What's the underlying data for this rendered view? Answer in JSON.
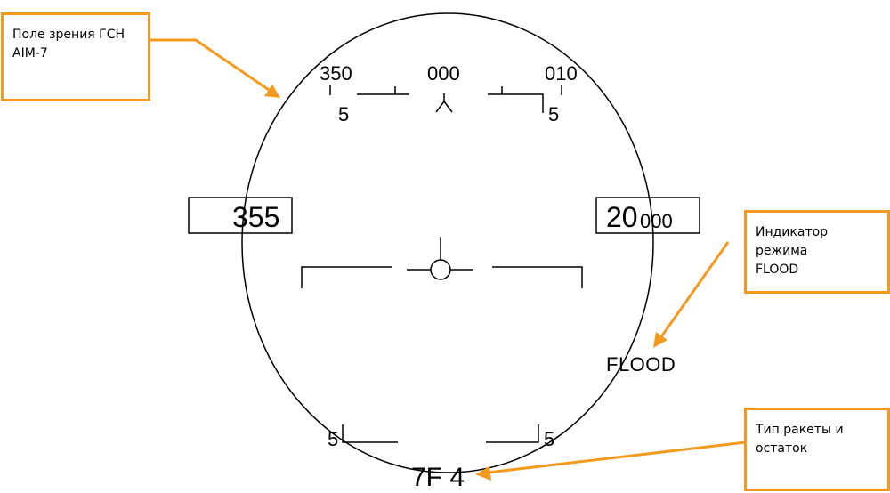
{
  "hud": {
    "heading_scale": {
      "left": "350",
      "center": "000",
      "right": "010",
      "pitch_left": "5",
      "pitch_right": "5"
    },
    "speed_box": "355",
    "altitude_box": {
      "main": "20",
      "small": "000"
    },
    "mode_indicator": "FLOOD",
    "lower_pitch": {
      "left": "5",
      "right": "5"
    },
    "missile_status": "7F 4"
  },
  "callouts": {
    "seeker_fov": "Поле зрения ГСН\nAIM-7",
    "flood_mode": "Индикатор режима\nFLOOD",
    "missile_type": "Тип ракеты и\nостаток"
  },
  "colors": {
    "callout_accent": "#f39a1e",
    "symbology": "#000000",
    "background": "#ffffff"
  }
}
